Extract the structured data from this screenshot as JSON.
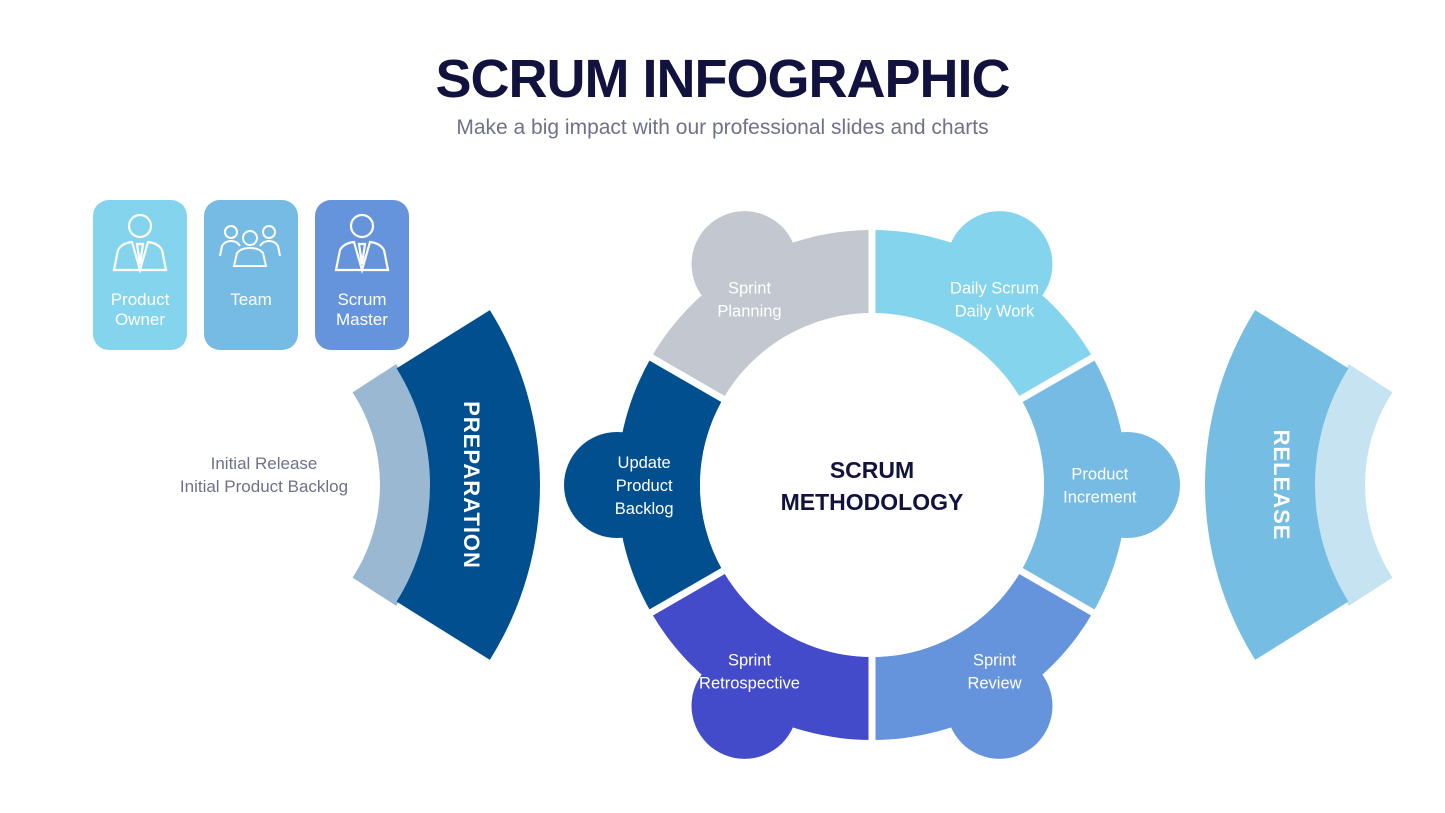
{
  "header": {
    "title": "SCRUM INFOGRAPHIC",
    "subtitle": "Make a big impact with our professional slides and charts"
  },
  "roles": [
    {
      "line1": "Product",
      "line2": "Owner",
      "icon": "person-icon",
      "color": "#84d4ee"
    },
    {
      "line1": "Team",
      "line2": "",
      "icon": "group-icon",
      "color": "#76bbe3"
    },
    {
      "line1": "Scrum",
      "line2": "Master",
      "icon": "person-icon",
      "color": "#6594dd"
    }
  ],
  "preparation": {
    "label": "PREPARATION",
    "note_line1": "Initial Release",
    "note_line2": "Initial Product Backlog",
    "color": "#024f8f",
    "shadow_color": "#9ab8d2"
  },
  "release": {
    "label": "RELEASE",
    "color": "#76bde3",
    "shadow_color": "#c6e3f1"
  },
  "center": {
    "line1": "SCRUM",
    "line2": "METHODOLOGY"
  },
  "segments": [
    {
      "line1": "Product",
      "line2": "Increment",
      "line3": "",
      "color": "#76bbe3"
    },
    {
      "line1": "Daily Scrum",
      "line2": "Daily Work",
      "line3": "",
      "color": "#84d4ee"
    },
    {
      "line1": "Sprint",
      "line2": "Planning",
      "line3": "",
      "color": "#c3c7cf"
    },
    {
      "line1": "Update",
      "line2": "Product",
      "line3": "Backlog",
      "color": "#024f8f"
    },
    {
      "line1": "Sprint",
      "line2": "Retrospective",
      "line3": "",
      "color": "#434bcb"
    },
    {
      "line1": "Sprint",
      "line2": "Review",
      "line3": "",
      "color": "#6594dd"
    }
  ]
}
